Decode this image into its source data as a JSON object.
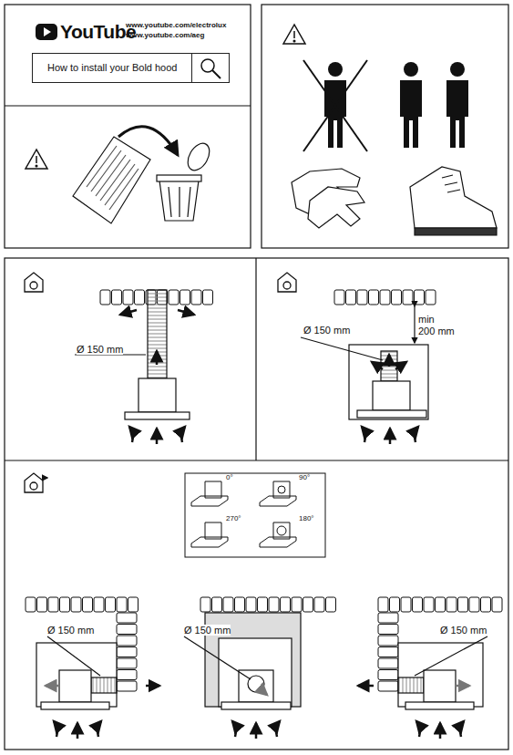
{
  "diagram": {
    "nodes": [
      {
        "text": [
          "How to install your Bold hood"
        ]
      }
    ],
    "labels": [
      "YouTube",
      "www.youtube.com/electrolux",
      "www.youtube.com/aeg",
      "Ø 150 mm",
      "Ø 150 mm",
      "min",
      "200 mm",
      "0°",
      "90°",
      "270°",
      "180°",
      "Ø 150 mm",
      "Ø 150 mm",
      "Ø 150 mm"
    ]
  }
}
